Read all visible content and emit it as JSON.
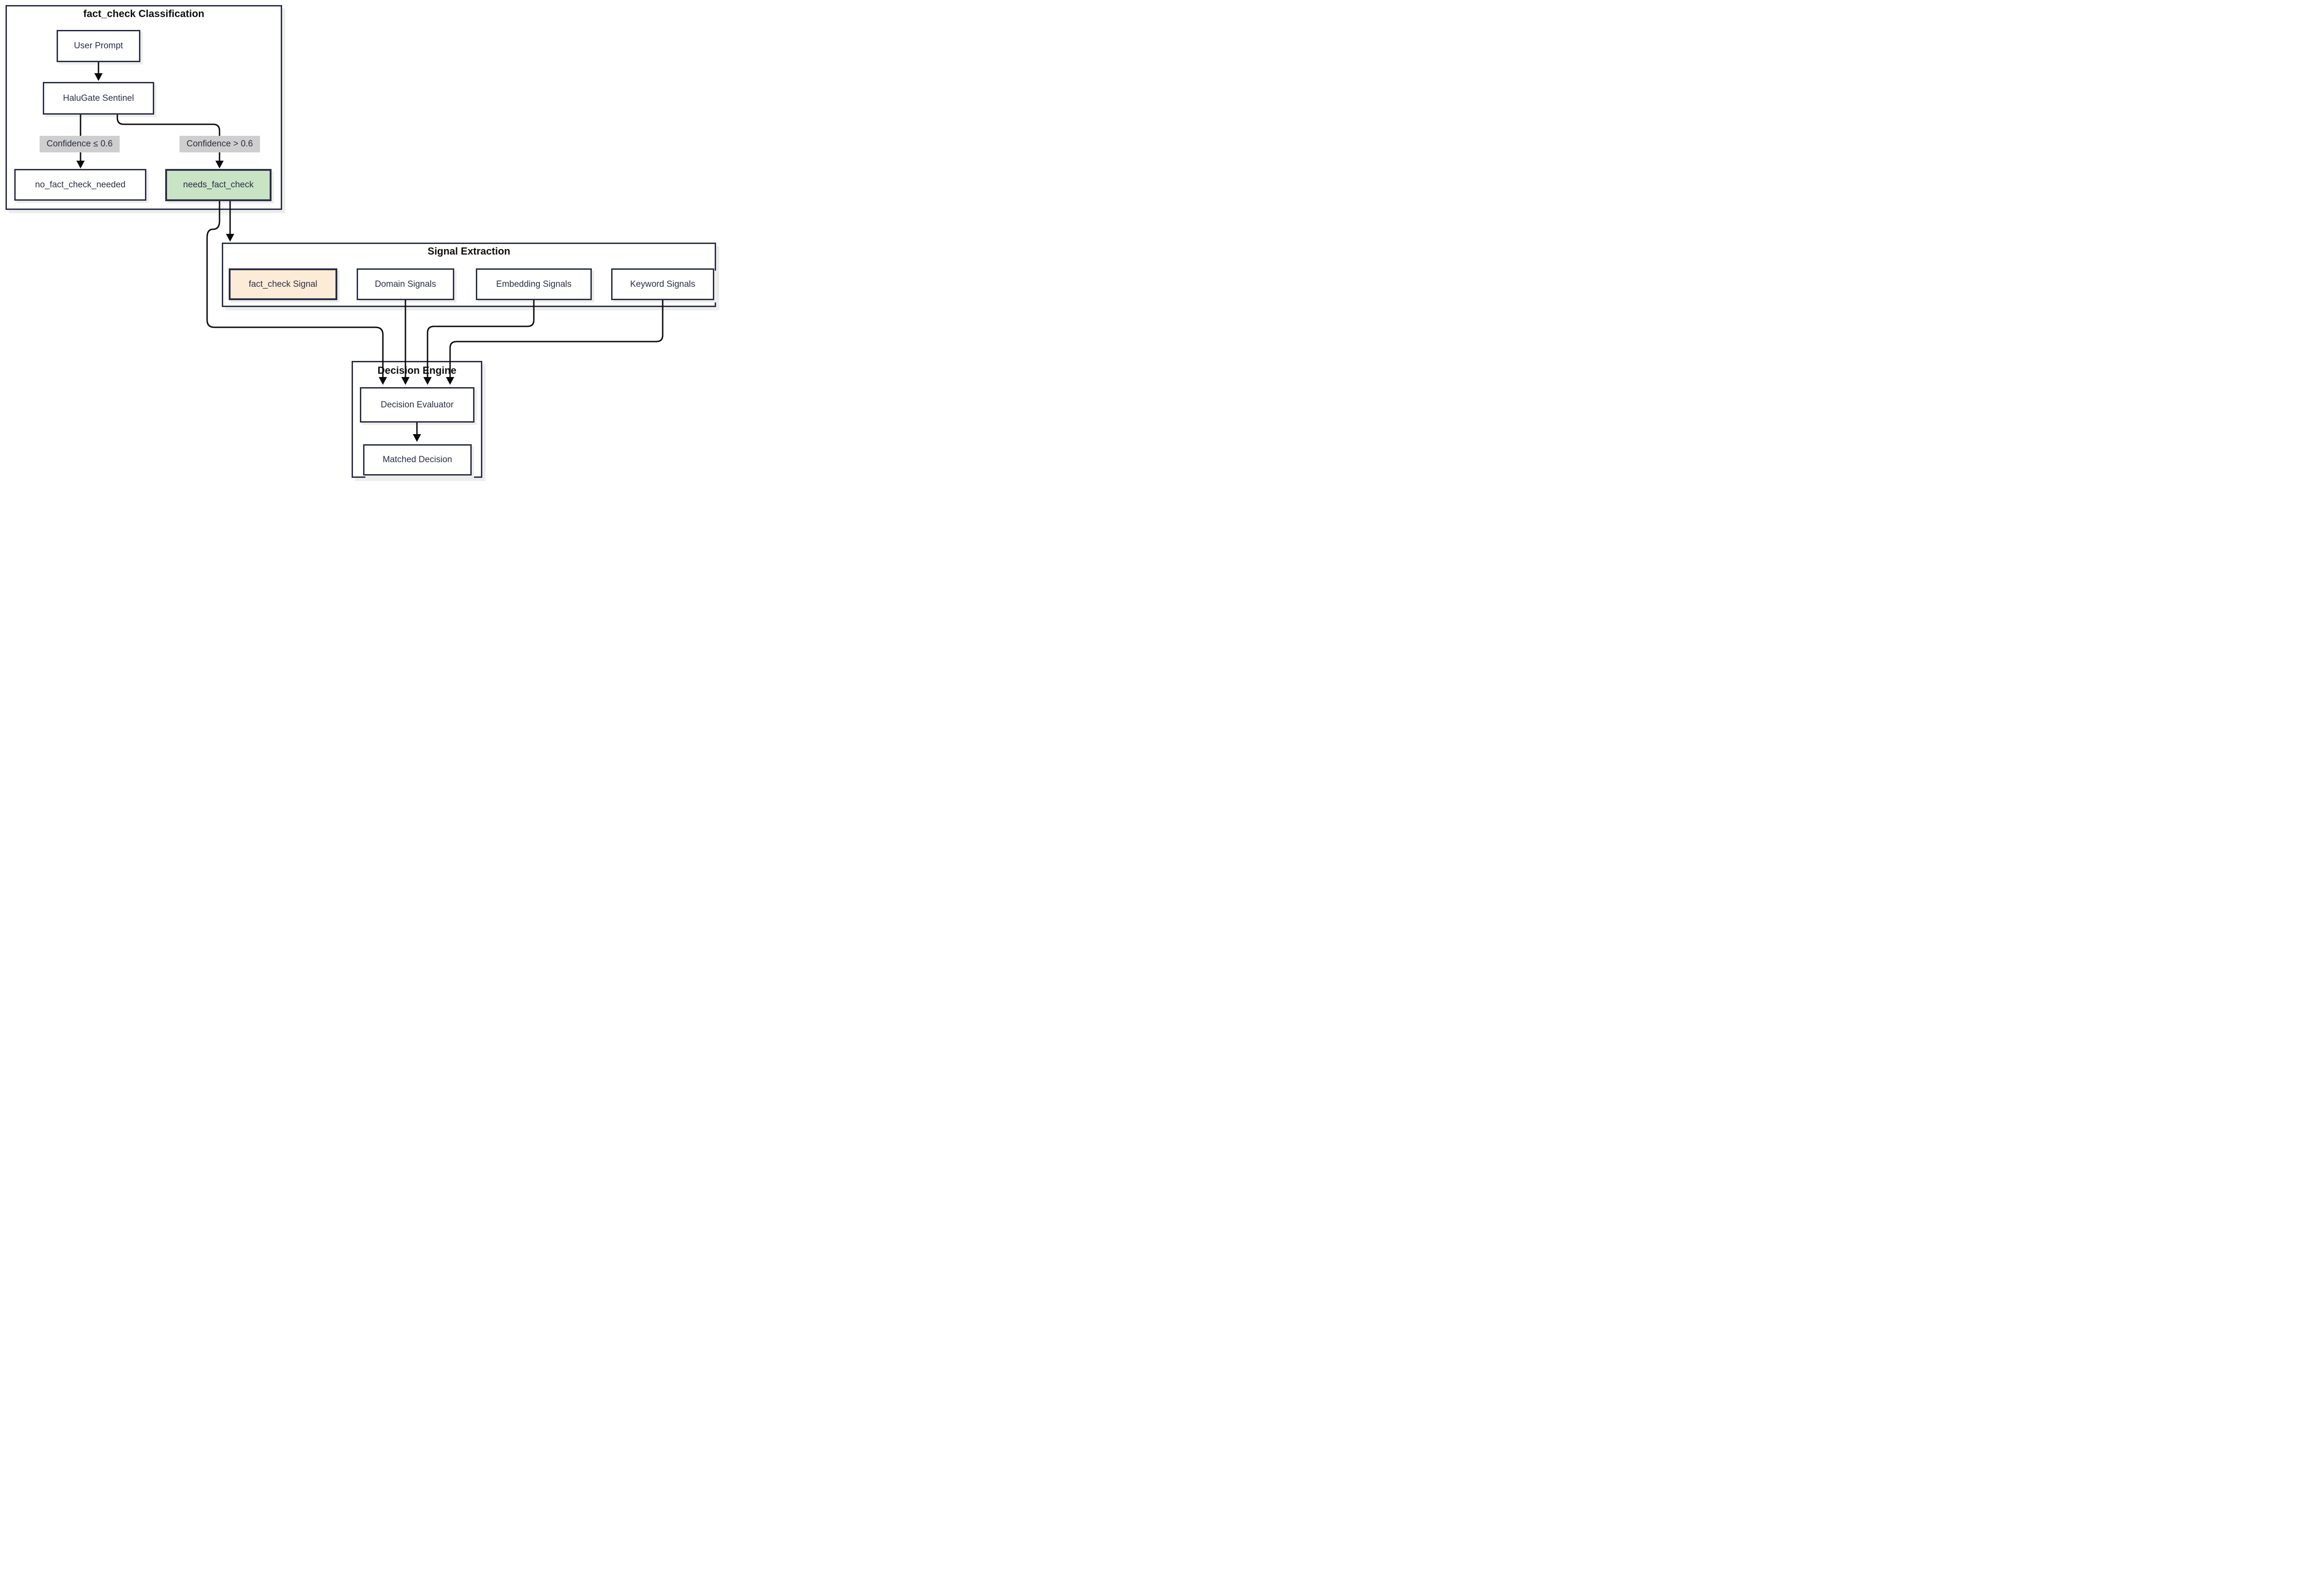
{
  "diagram_type": "flowchart",
  "colors": {
    "ink": "#2a2e45",
    "line": "#0b0b0b",
    "titleink": "#0e0e0e",
    "green": "#c9e3c5",
    "peach": "#fcecd7",
    "labelbg": "#cecece",
    "shadow": "#ededed",
    "bg": "#ffffff"
  },
  "clusters": [
    {
      "id": "fact_check_classification",
      "title": "fact_check Classification"
    },
    {
      "id": "signal_extraction",
      "title": "Signal Extraction"
    },
    {
      "id": "decision_engine",
      "title": "Decision Engine"
    }
  ],
  "nodes": [
    {
      "id": "user_prompt",
      "label": "User Prompt",
      "fill": "white"
    },
    {
      "id": "halugate_sentinel",
      "label": "HaluGate Sentinel",
      "fill": "white"
    },
    {
      "id": "no_fact_check_needed",
      "label": "no_fact_check_needed",
      "fill": "white"
    },
    {
      "id": "needs_fact_check",
      "label": "needs_fact_check",
      "fill": "green"
    },
    {
      "id": "fact_check_signal",
      "label": "fact_check Signal",
      "fill": "peach"
    },
    {
      "id": "domain_signals",
      "label": "Domain Signals",
      "fill": "white"
    },
    {
      "id": "embedding_signals",
      "label": "Embedding Signals",
      "fill": "white"
    },
    {
      "id": "keyword_signals",
      "label": "Keyword Signals",
      "fill": "white"
    },
    {
      "id": "decision_evaluator",
      "label": "Decision Evaluator",
      "fill": "white"
    },
    {
      "id": "matched_decision",
      "label": "Matched Decision",
      "fill": "white"
    }
  ],
  "edge_labels": {
    "low_confidence": "Confidence ≤ 0.6",
    "high_confidence": "Confidence > 0.6"
  },
  "edges": [
    {
      "from": "user_prompt",
      "to": "halugate_sentinel",
      "label": ""
    },
    {
      "from": "halugate_sentinel",
      "to": "no_fact_check_needed",
      "label": "Confidence ≤ 0.6"
    },
    {
      "from": "halugate_sentinel",
      "to": "needs_fact_check",
      "label": "Confidence > 0.6"
    },
    {
      "from": "needs_fact_check",
      "to": "signal_extraction",
      "label": ""
    },
    {
      "from": "needs_fact_check",
      "to": "decision_evaluator",
      "label": ""
    },
    {
      "from": "domain_signals",
      "to": "decision_evaluator",
      "label": ""
    },
    {
      "from": "embedding_signals",
      "to": "decision_evaluator",
      "label": ""
    },
    {
      "from": "keyword_signals",
      "to": "decision_evaluator",
      "label": ""
    },
    {
      "from": "decision_evaluator",
      "to": "matched_decision",
      "label": ""
    }
  ]
}
